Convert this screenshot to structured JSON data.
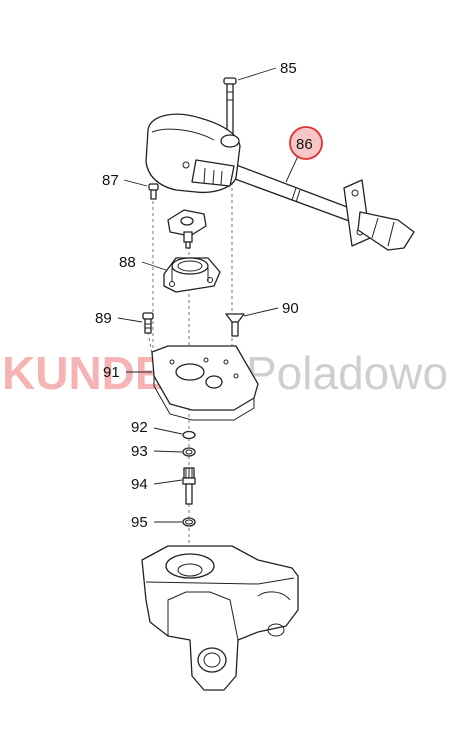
{
  "watermark": {
    "brand": "KUNDE",
    "suffix": "Poladowo"
  },
  "highlight_color": "#e03030",
  "callouts": {
    "c85": "85",
    "c86": "86",
    "c87": "87",
    "c88": "88",
    "c89": "89",
    "c90": "90",
    "c91": "91",
    "c92": "92",
    "c93": "93",
    "c94": "94",
    "c95": "95"
  },
  "highlighted_part": "86"
}
